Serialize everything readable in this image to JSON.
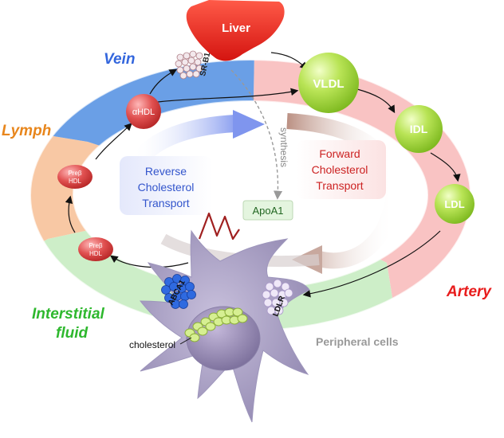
{
  "diagram": {
    "compartments": {
      "vein": "Vein",
      "lymph": "Lymph",
      "artery": "Artery",
      "interstitial_line1": "Interstitial",
      "interstitial_line2": "fluid"
    },
    "organs": {
      "liver": "Liver",
      "peripheral_cells": "Peripheral cells"
    },
    "receptors": {
      "srb1": "SR-B1",
      "abca1": "ABCA1",
      "ldlr": "LDLR"
    },
    "particles": {
      "vldl": "VLDL",
      "idl": "IDL",
      "ldl": "LDL",
      "ahdl": "αHDL",
      "prebeta_top_line1": "Preβ",
      "prebeta_top_line2": "HDL",
      "prebeta_bottom_line1": "Preβ",
      "prebeta_bottom_line2": "HDL"
    },
    "labels": {
      "apoa1": "ApoA1",
      "synthesis": "synthesis",
      "cholesterol": "cholesterol",
      "reverse_line1": "Reverse",
      "reverse_line2": "Cholesterol",
      "reverse_line3": "Transport",
      "forward_line1": "Forward",
      "forward_line2": "Cholesterol",
      "forward_line3": "Transport"
    },
    "colors": {
      "vein": "#6a9fe6",
      "lymph": "#f8c8a4",
      "artery": "#f8b8b8",
      "interstitial": "#cdeec8",
      "liver": "#e8201c",
      "particle_green": "#b4e04a",
      "particle_red": "#dd4a4a",
      "vein_text": "#3366dd",
      "lymph_text": "#e8861c",
      "artery_text": "#e81c1c",
      "interstitial_text": "#2eb82e",
      "reverse_text": "#3355cc",
      "forward_text": "#cc2222"
    }
  }
}
